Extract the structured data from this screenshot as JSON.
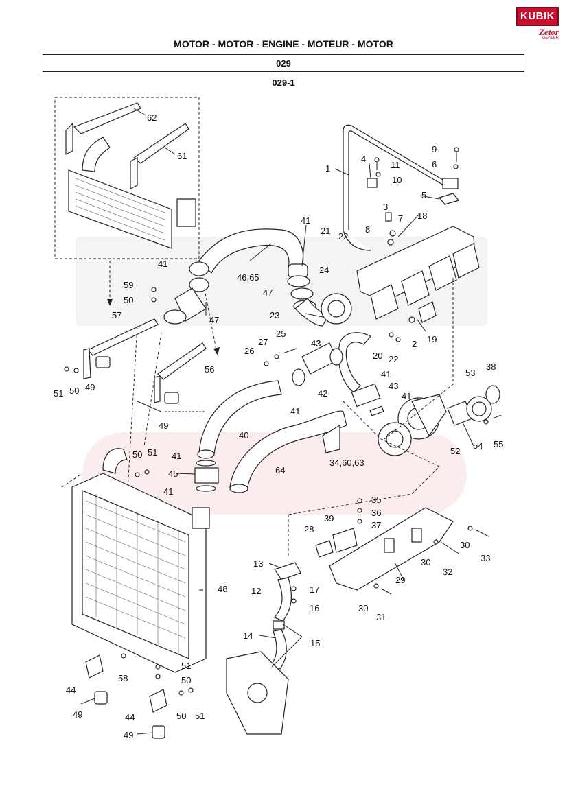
{
  "header": {
    "logo_text": "KUBIK",
    "logo_sub": "Zetor",
    "logo_tag": "DEALER",
    "section_title": "MOTOR - MOTOR - ENGINE - MOTEUR - MOTOR",
    "group_code": "029",
    "figure_code": "029-1"
  },
  "labels": [
    {
      "id": "l62",
      "text": "62"
    },
    {
      "id": "l61",
      "text": "61"
    },
    {
      "id": "l9",
      "text": "9"
    },
    {
      "id": "l6",
      "text": "6"
    },
    {
      "id": "l1",
      "text": "1"
    },
    {
      "id": "l4",
      "text": "4"
    },
    {
      "id": "l11",
      "text": "11"
    },
    {
      "id": "l10",
      "text": "10"
    },
    {
      "id": "l5",
      "text": "5"
    },
    {
      "id": "l3",
      "text": "3"
    },
    {
      "id": "l7",
      "text": "7"
    },
    {
      "id": "l41a",
      "text": "41"
    },
    {
      "id": "l21",
      "text": "21"
    },
    {
      "id": "l22a",
      "text": "22"
    },
    {
      "id": "l8",
      "text": "8"
    },
    {
      "id": "l18",
      "text": "18"
    },
    {
      "id": "l41b",
      "text": "41"
    },
    {
      "id": "l4665",
      "text": "46,65"
    },
    {
      "id": "l59",
      "text": "59"
    },
    {
      "id": "l50a",
      "text": "50"
    },
    {
      "id": "l47a",
      "text": "47"
    },
    {
      "id": "l24",
      "text": "24"
    },
    {
      "id": "l47b",
      "text": "47"
    },
    {
      "id": "l57",
      "text": "57"
    },
    {
      "id": "l23",
      "text": "23"
    },
    {
      "id": "l19",
      "text": "19"
    },
    {
      "id": "l2",
      "text": "2"
    },
    {
      "id": "l25",
      "text": "25"
    },
    {
      "id": "l43a",
      "text": "43"
    },
    {
      "id": "l27",
      "text": "27"
    },
    {
      "id": "l26",
      "text": "26"
    },
    {
      "id": "l20",
      "text": "20"
    },
    {
      "id": "l22b",
      "text": "22"
    },
    {
      "id": "l51a",
      "text": "51"
    },
    {
      "id": "l50b",
      "text": "50"
    },
    {
      "id": "l49a",
      "text": "49"
    },
    {
      "id": "l56",
      "text": "56"
    },
    {
      "id": "l53",
      "text": "53"
    },
    {
      "id": "l38",
      "text": "38"
    },
    {
      "id": "l41c",
      "text": "41"
    },
    {
      "id": "l43b",
      "text": "43"
    },
    {
      "id": "l42",
      "text": "42"
    },
    {
      "id": "l41d",
      "text": "41"
    },
    {
      "id": "l41e",
      "text": "41"
    },
    {
      "id": "l49b",
      "text": "49"
    },
    {
      "id": "l40",
      "text": "40"
    },
    {
      "id": "l52",
      "text": "52"
    },
    {
      "id": "l54",
      "text": "54"
    },
    {
      "id": "l55",
      "text": "55"
    },
    {
      "id": "l50c",
      "text": "50"
    },
    {
      "id": "l51b",
      "text": "51"
    },
    {
      "id": "l34",
      "text": "34,60,63"
    },
    {
      "id": "l41f",
      "text": "41"
    },
    {
      "id": "l64",
      "text": "64"
    },
    {
      "id": "l45",
      "text": "45"
    },
    {
      "id": "l41g",
      "text": "41"
    },
    {
      "id": "l35",
      "text": "35"
    },
    {
      "id": "l36",
      "text": "36"
    },
    {
      "id": "l39",
      "text": "39"
    },
    {
      "id": "l37",
      "text": "37"
    },
    {
      "id": "l28",
      "text": "28"
    },
    {
      "id": "l30a",
      "text": "30"
    },
    {
      "id": "l33",
      "text": "33"
    },
    {
      "id": "l13",
      "text": "13"
    },
    {
      "id": "l30b",
      "text": "30"
    },
    {
      "id": "l32",
      "text": "32"
    },
    {
      "id": "l29",
      "text": "29"
    },
    {
      "id": "l48",
      "text": "48"
    },
    {
      "id": "l12",
      "text": "12"
    },
    {
      "id": "l17",
      "text": "17"
    },
    {
      "id": "l16",
      "text": "16"
    },
    {
      "id": "l30c",
      "text": "30"
    },
    {
      "id": "l31",
      "text": "31"
    },
    {
      "id": "l14",
      "text": "14"
    },
    {
      "id": "l15",
      "text": "15"
    },
    {
      "id": "l58",
      "text": "58"
    },
    {
      "id": "l51c",
      "text": "51"
    },
    {
      "id": "l44a",
      "text": "44"
    },
    {
      "id": "l50d",
      "text": "50"
    },
    {
      "id": "l49c",
      "text": "49"
    },
    {
      "id": "l44b",
      "text": "44"
    },
    {
      "id": "l50e",
      "text": "50"
    },
    {
      "id": "l51d",
      "text": "51"
    },
    {
      "id": "l49d",
      "text": "49"
    }
  ],
  "colors": {
    "accent": "#c8102e",
    "line": "#222222"
  }
}
